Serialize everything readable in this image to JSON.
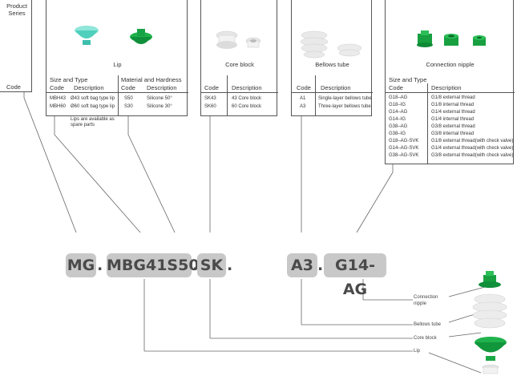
{
  "product_series": {
    "title": "Product Series",
    "code_label": "Code"
  },
  "lip": {
    "caption": "Lip",
    "size_type_header": "Size and Type",
    "col_code": "Code",
    "col_desc": "Description",
    "rows": [
      {
        "code": "MBH43",
        "desc": "Ø43 soft bag type lip"
      },
      {
        "code": "MBH60",
        "desc": "Ø60 soft bag type lip"
      }
    ],
    "note": "Lips are available as spare parts",
    "material_header": "Material and Hardness",
    "mat_col_code": "Code",
    "mat_col_desc": "Description",
    "mat_rows": [
      {
        "code": "S50",
        "desc": "Silicone 50°"
      },
      {
        "code": "S30",
        "desc": "Silicone 30°"
      }
    ]
  },
  "core_block": {
    "caption": "Core block",
    "col_code": "Code",
    "col_desc": "Description",
    "rows": [
      {
        "code": "SK43",
        "desc": "43 Core block"
      },
      {
        "code": "SK60",
        "desc": "60 Core block"
      }
    ]
  },
  "bellows": {
    "caption": "Bellows tube",
    "col_code": "Code",
    "col_desc": "Description",
    "rows": [
      {
        "code": "A1",
        "desc": "Single-layer bellows tube"
      },
      {
        "code": "A3",
        "desc": "Three-layer bellows tube"
      }
    ]
  },
  "nipple": {
    "caption": "Connection nipple",
    "size_type_header": "Size and Type",
    "col_code": "Code",
    "col_desc": "Description",
    "rows": [
      {
        "code": "G18–AG",
        "desc": "G1/8 external thread"
      },
      {
        "code": "G18–IG",
        "desc": "G1/8 internal thread"
      },
      {
        "code": "G14–AG",
        "desc": "G1/4 external thread"
      },
      {
        "code": "G14–IG",
        "desc": "G1/4 internal thread"
      },
      {
        "code": "G38–AG",
        "desc": "G3/8 external thread"
      },
      {
        "code": "G38–IG",
        "desc": "G3/8 internal thread"
      },
      {
        "code": "G18–AG-SVK",
        "desc": "G1/8 external thread(with check valve)"
      },
      {
        "code": "G14–AG-SVK",
        "desc": "G1/4 external thread(with check valve)"
      },
      {
        "code": "G38–AG-SVK",
        "desc": "G3/8 external thread(with check valve)"
      }
    ]
  },
  "model_code": {
    "series": "MG",
    "lip": "MBG41S50",
    "core": "SK",
    "bellows": "A3",
    "nipple": "G14-AG",
    "separator": "."
  },
  "right_labels": {
    "nipple": "Connection nipple",
    "bellows": "Bellows tube",
    "core": "Core block",
    "lip": "Lip"
  },
  "colors": {
    "code_box": "#c8c8c8",
    "lip_green": "#1aa846",
    "lip_teal": "#5fd6c4",
    "nipple_green": "#18a040",
    "border": "#555555"
  }
}
